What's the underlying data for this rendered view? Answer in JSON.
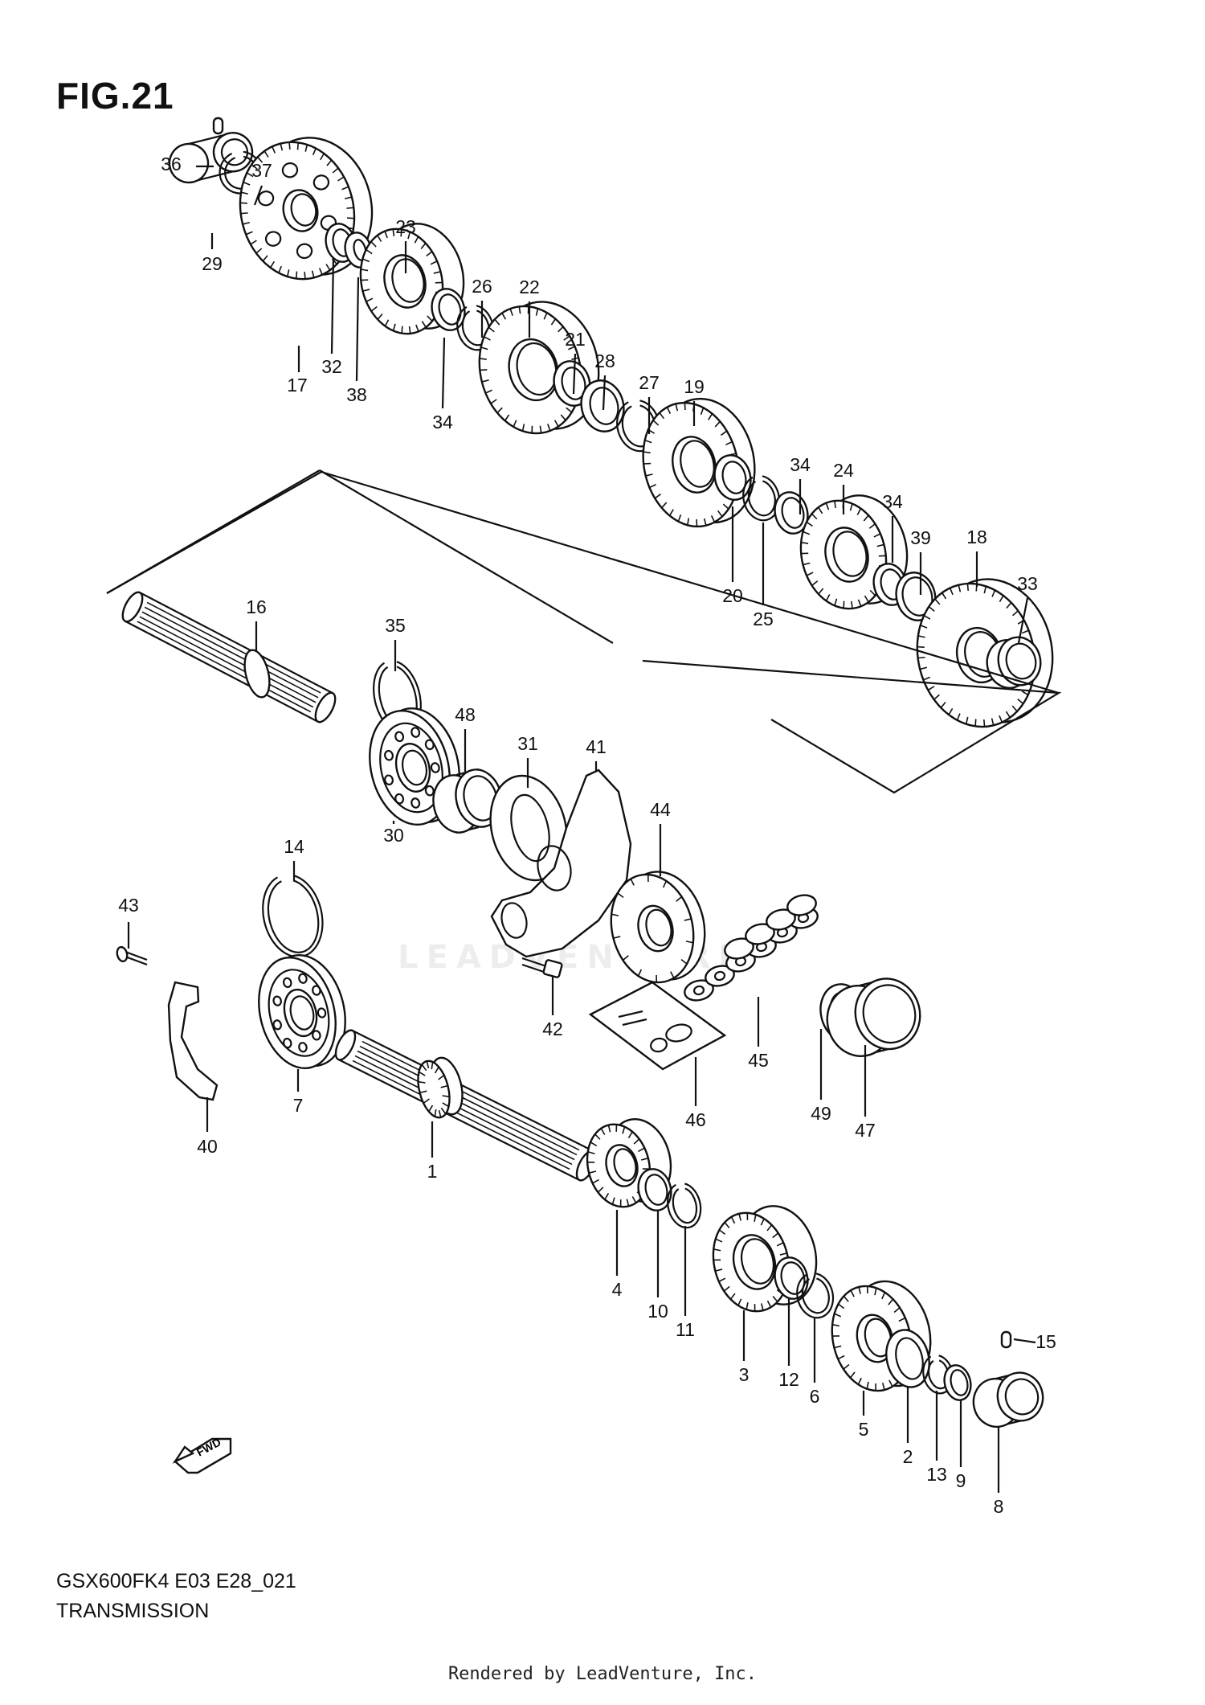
{
  "figure": {
    "title": "FIG.21",
    "model_code": "GSX600FK4 E03 E28_021",
    "section": "TRANSMISSION",
    "footer": "Rendered by LeadVenture, Inc.",
    "watermark": "LEADVENTURE",
    "direction_badge": "FWD"
  },
  "part_labels": [
    "36",
    "37",
    "29",
    "17",
    "23",
    "32",
    "38",
    "34",
    "26",
    "22",
    "21",
    "28",
    "27",
    "19",
    "34",
    "24",
    "34",
    "39",
    "18",
    "33",
    "20",
    "25",
    "16",
    "35",
    "48",
    "31",
    "41",
    "30",
    "44",
    "14",
    "43",
    "42",
    "45",
    "46",
    "49",
    "47",
    "40",
    "7",
    "1",
    "4",
    "10",
    "11",
    "3",
    "12",
    "6",
    "5",
    "2",
    "13",
    "9",
    "15",
    "8"
  ]
}
